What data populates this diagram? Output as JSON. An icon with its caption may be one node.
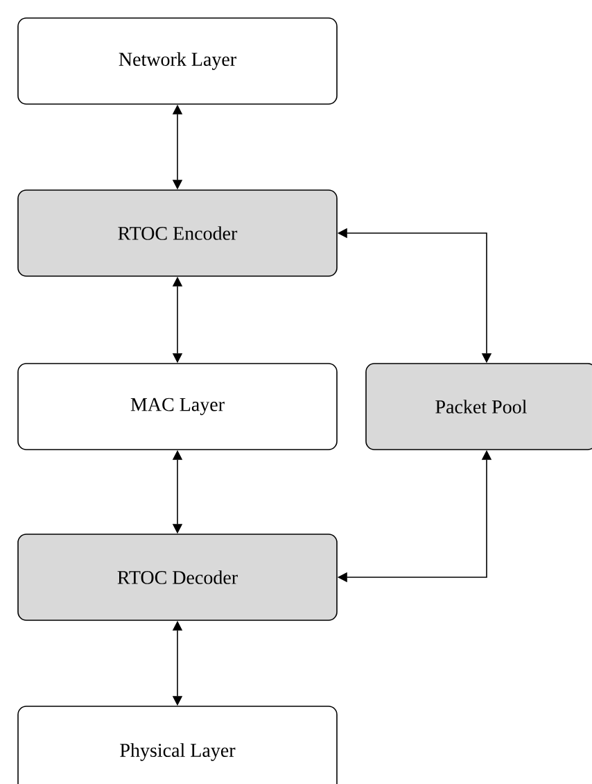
{
  "diagram": {
    "nodes": [
      {
        "text": [
          "Network Layer"
        ]
      },
      {
        "text": [
          "RTOC Encoder"
        ]
      },
      {
        "text": [
          "MAC Layer"
        ]
      },
      {
        "text": [
          "RTOC Decoder"
        ]
      },
      {
        "text": [
          "Physical Layer"
        ]
      },
      {
        "text": [
          "Packet Pool"
        ]
      }
    ],
    "edges": [
      {
        "from": 0,
        "to": 1,
        "arrow": "both"
      },
      {
        "from": 1,
        "to": 2,
        "arrow": "both"
      },
      {
        "from": 2,
        "to": 3,
        "arrow": "both"
      },
      {
        "from": 3,
        "to": 4,
        "arrow": "both"
      },
      {
        "from": 1,
        "to": 5,
        "arrow": "both"
      },
      {
        "from": 3,
        "to": 5,
        "arrow": "both"
      }
    ]
  }
}
